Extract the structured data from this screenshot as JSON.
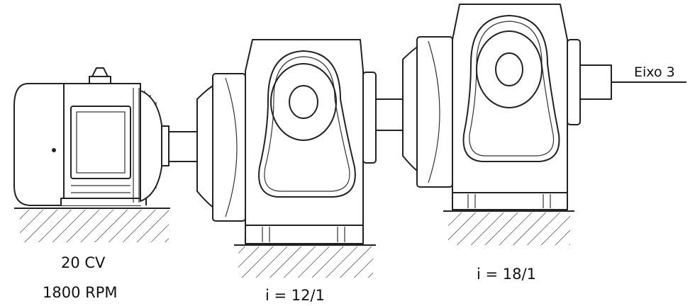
{
  "motor": {
    "power_label": "20 CV",
    "speed_label": "1800 RPM"
  },
  "reducer_1": {
    "ratio_label": "i = 12/1"
  },
  "reducer_2": {
    "ratio_label": "i = 18/1"
  },
  "output_shaft": {
    "label": "Eixo 3"
  },
  "colors": {
    "stroke": "#222222",
    "background": "#ffffff"
  }
}
